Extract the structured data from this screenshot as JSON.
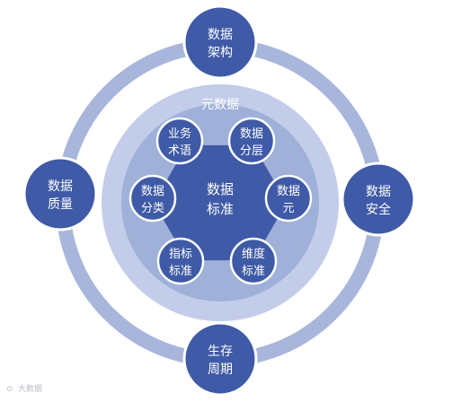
{
  "colors": {
    "node_fill": "#3f5aa6",
    "node_stroke": "#ffffff",
    "outer_ring": "#a9b6dc",
    "middle_disc": "#c3cde9",
    "band_disc": "#9fb0d9",
    "hexagon": "#3f5aa6",
    "text": "#ffffff"
  },
  "diagram": {
    "band_label": "元数据",
    "center": [
      "数据",
      "标准"
    ],
    "outer_nodes": [
      {
        "id": "architecture",
        "lines": [
          "数据",
          "架构"
        ]
      },
      {
        "id": "security",
        "lines": [
          "数据",
          "安全"
        ]
      },
      {
        "id": "lifecycle",
        "lines": [
          "生存",
          "周期"
        ]
      },
      {
        "id": "quality",
        "lines": [
          "数据",
          "质量"
        ]
      }
    ],
    "inner_nodes": [
      {
        "id": "business-terms",
        "lines": [
          "业务",
          "术语"
        ]
      },
      {
        "id": "layering",
        "lines": [
          "数据",
          "分层"
        ]
      },
      {
        "id": "metadata-element",
        "lines": [
          "数据",
          "元"
        ]
      },
      {
        "id": "dimension-standard",
        "lines": [
          "维度",
          "标准"
        ]
      },
      {
        "id": "indicator-standard",
        "lines": [
          "指标",
          "标准"
        ]
      },
      {
        "id": "classification",
        "lines": [
          "数据",
          "分类"
        ]
      }
    ]
  },
  "watermark": "大数据"
}
